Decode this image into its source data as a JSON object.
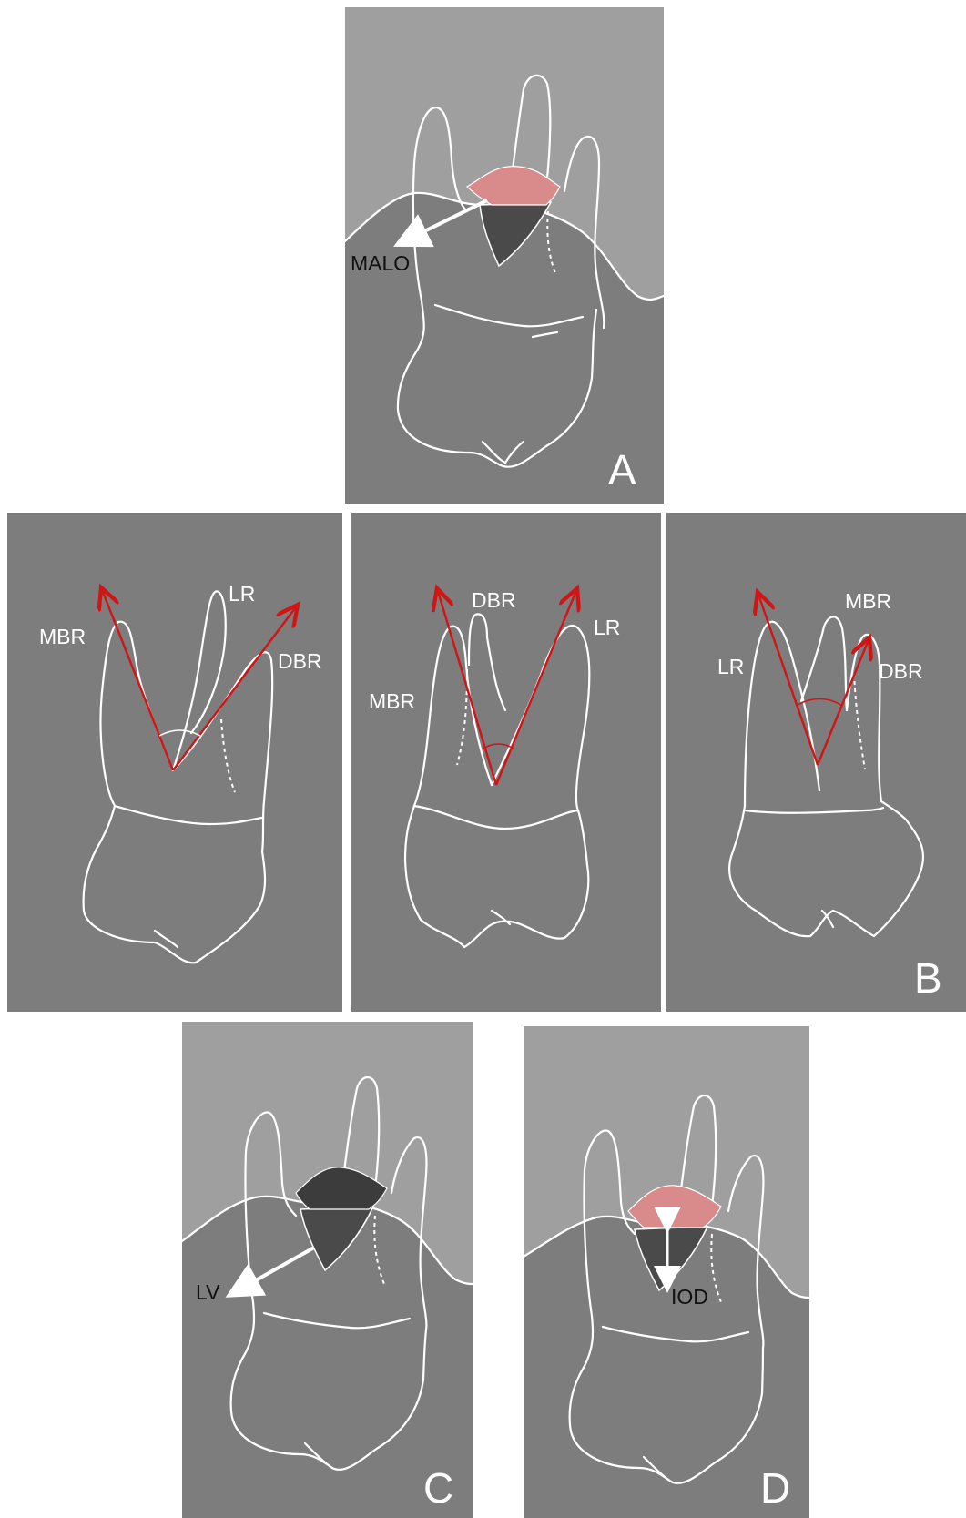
{
  "colors": {
    "sinus_background": "#9f9f9f",
    "bone_background": "#7d7d7d",
    "outline": "#ffffff",
    "membrane_red": "#d98a8a",
    "pulp_dark": "#4a4a4a",
    "angle_red": "#d11414"
  },
  "panels": {
    "A": {
      "letter": "A",
      "label": "MALO"
    },
    "B": {
      "letter": "B",
      "view1": {
        "mbr": "MBR",
        "lr": "LR",
        "dbr": "DBR"
      },
      "view2": {
        "dbr": "DBR",
        "lr": "LR",
        "mbr": "MBR"
      },
      "view3": {
        "mbr": "MBR",
        "lr": "LR",
        "dbr": "DBR"
      }
    },
    "C": {
      "letter": "C",
      "label": "LV"
    },
    "D": {
      "letter": "D",
      "label": "IOD"
    }
  }
}
